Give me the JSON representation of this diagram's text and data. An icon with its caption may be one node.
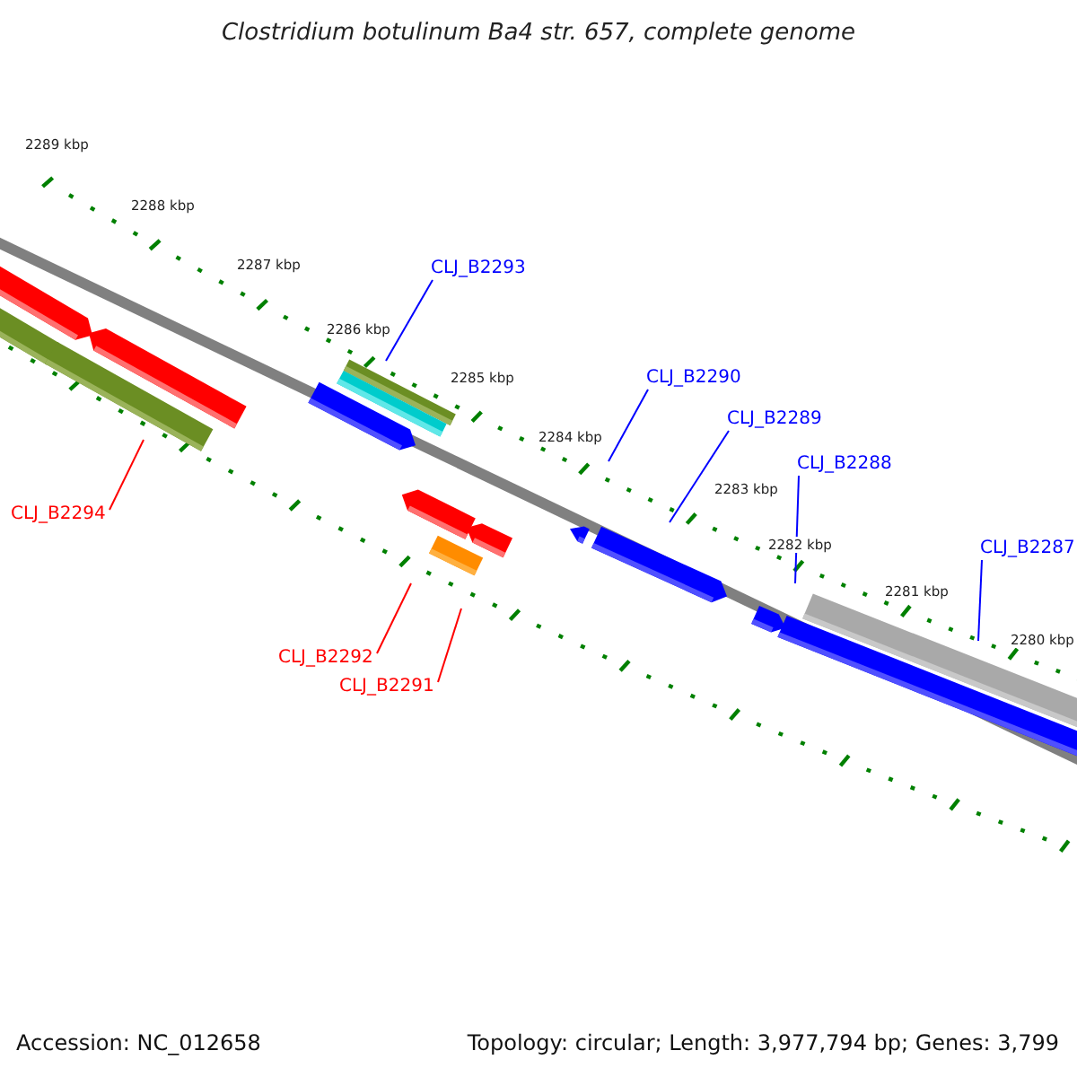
{
  "diagram": {
    "title": "Clostridium botulinum Ba4 str. 657, complete genome",
    "nodes": [
      {
        "text": [
          "CLJ_B2293"
        ]
      },
      {
        "text": [
          "CLJ_B2290"
        ]
      },
      {
        "text": [
          "CLJ_B2289"
        ]
      },
      {
        "text": [
          "CLJ_B2288"
        ]
      },
      {
        "text": [
          "CLJ_B2294"
        ]
      },
      {
        "text": [
          "CLJ_B2287"
        ]
      },
      {
        "text": [
          "CLJ_B2292"
        ]
      },
      {
        "text": [
          "CLJ_B2291"
        ]
      }
    ],
    "edges": [
      {
        "from": 0,
        "to": null,
        "arrow": "none"
      },
      {
        "from": 1,
        "to": null,
        "arrow": "none"
      },
      {
        "from": 2,
        "to": null,
        "arrow": "none"
      },
      {
        "from": 3,
        "to": null,
        "arrow": "none"
      },
      {
        "from": 4,
        "to": null,
        "arrow": "none",
        "color": "#ff0000"
      },
      {
        "from": 5,
        "to": null,
        "arrow": "none"
      },
      {
        "from": 6,
        "to": null,
        "arrow": "none",
        "color": "#ff0000"
      },
      {
        "from": 7,
        "to": null,
        "arrow": "none",
        "color": "#ff0000"
      }
    ],
    "labels": [
      "2289 kbp",
      "2288 kbp",
      "2287 kbp",
      "2286 kbp",
      "2285 kbp",
      "2284 kbp",
      "2283 kbp",
      "2282 kbp",
      "2281 kbp",
      "2280 kbp",
      "Accession: NC_012658",
      "Topology: circular; Length: 3,977,794 bp; Genes: 3,799"
    ]
  }
}
